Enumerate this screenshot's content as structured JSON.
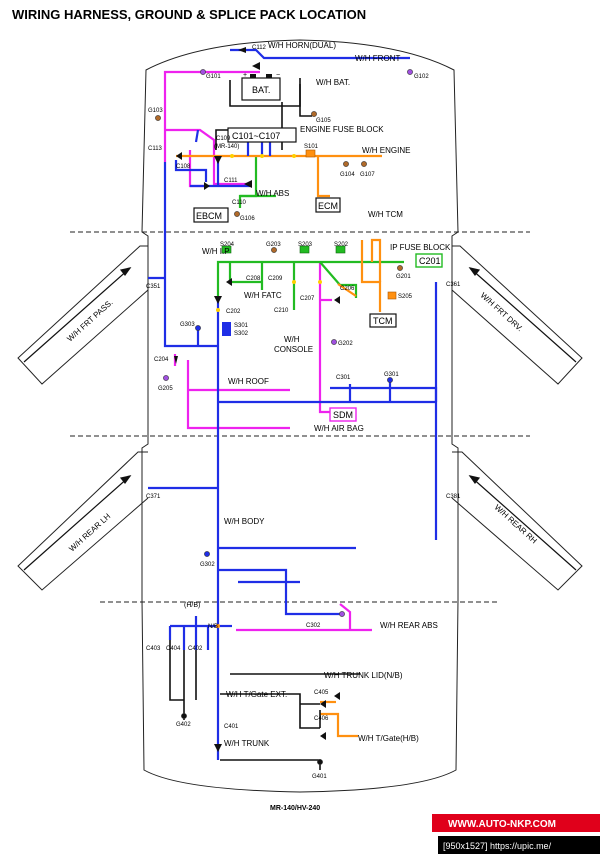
{
  "title": "WIRING HARNESS, GROUND & SPLICE PACK LOCATION",
  "footer_code": "MR-140/HV-240",
  "watermark": {
    "site": "WWW.AUTO-NKP.COM",
    "upic": "[950x1527] https://upic.me/"
  },
  "colors": {
    "blue": "#1f2ee6",
    "magenta": "#ee22ee",
    "green": "#22bb22",
    "orange": "#ff9010",
    "black": "#111111",
    "ground": "#b06a2a",
    "ground_purple": "#a050e0"
  },
  "harness_labels": {
    "horn": "W/H HORN(DUAL)",
    "front": "W/H FRONT",
    "bat": "W/H BAT.",
    "engine_fuse_block": "ENGINE FUSE BLOCK",
    "engine": "W/H ENGINE",
    "abs": "W/H ABS",
    "tcm": "W/H TCM",
    "ip": "W/H I.P",
    "ip_fuse_block": "IP FUSE BLOCK",
    "fatc": "W/H FATC",
    "console_1": "W/H",
    "console_2": "CONSOLE",
    "roof": "W/H ROOF",
    "air_bag": "W/H AIR BAG",
    "frt_pass": "W/H FRT PASS.",
    "frt_drv": "W/H FRT DRV.",
    "rear_lh": "W/H REAR LH",
    "rear_rh": "W/H REAR RH",
    "body": "W/H BODY",
    "rear_abs": "W/H REAR ABS",
    "trunk_lid": "W/H TRUNK LID(N/B)",
    "tgate_ext": "W/H T/Gate EXT.",
    "tgate_hb": "W/H T/Gate(H/B)",
    "trunk": "W/H TRUNK",
    "hb": "(H/B)",
    "nb": "N/B"
  },
  "boxes": {
    "bat": "BAT.",
    "c101_c107": "C101~C107",
    "ecm": "ECM",
    "ebcm": "EBCM",
    "c201": "C201",
    "tcm": "TCM",
    "sdm": "SDM"
  },
  "battery_signs": {
    "plus": "+",
    "minus": "−"
  },
  "connectors": {
    "c112": "C112",
    "c109": "C109",
    "c109_sub": "(MR-140)",
    "c113": "C113",
    "c108": "C108",
    "c111": "C111",
    "c110": "C110",
    "c208": "C208",
    "c209": "C209",
    "c210": "C210",
    "c206": "C206",
    "c207": "C207",
    "c351": "C351",
    "c361": "C361",
    "c202": "C202",
    "c204": "C204",
    "c301": "C301",
    "c371": "C371",
    "c381": "C381",
    "c302": "C302",
    "c403": "C403",
    "c404": "C404",
    "c402": "C402",
    "c405": "C405",
    "c406": "C406",
    "c401": "C401"
  },
  "grounds": {
    "g101": "G101",
    "g102": "G102",
    "g103": "G103",
    "g105": "G105",
    "g104": "G104",
    "g107": "G107",
    "g106": "G106",
    "g203": "G203",
    "g201": "G201",
    "g303": "G303",
    "g202": "G202",
    "g205": "G205",
    "g301": "G301",
    "g302": "G302",
    "g402": "G402",
    "g401": "G401"
  },
  "splices": {
    "s101": "S101",
    "s204": "S204",
    "s203": "S203",
    "s202": "S202",
    "s205": "S205",
    "s301": "S301",
    "s302": "S302"
  }
}
